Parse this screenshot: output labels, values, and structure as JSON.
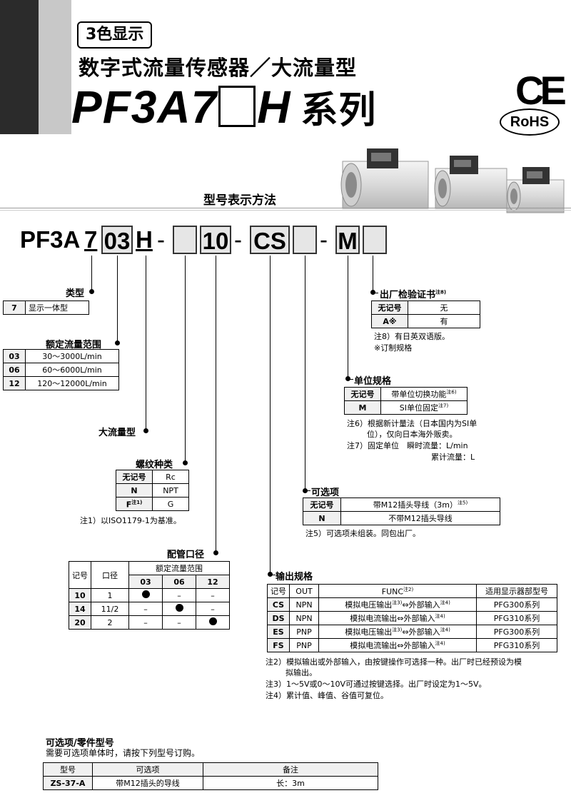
{
  "header": {
    "badge": "3色显示",
    "subtitle": "数字式流量传感器／大流量型",
    "series_prefix": "PF3A7",
    "series_suffix": "H",
    "series_word": "系列",
    "ce": "CE",
    "rohs": "RoHS"
  },
  "section_title": "型号表示方法",
  "model_code": {
    "prefix": "PF3A",
    "seven": "7",
    "range_box": "03",
    "h": "H",
    "dash1": "-",
    "thread_box": "",
    "port_box": "10",
    "dash2": "-",
    "output_box": "CS",
    "option_box": "",
    "dash3": "-",
    "unit_box": "M",
    "cert_box": ""
  },
  "type": {
    "title": "类型",
    "rows": [
      {
        "code": "7",
        "desc": "显示一体型"
      }
    ]
  },
  "flow_range": {
    "title": "额定流量范围",
    "rows": [
      {
        "code": "03",
        "desc": "30～3000L/min"
      },
      {
        "code": "06",
        "desc": "60～6000L/min"
      },
      {
        "code": "12",
        "desc": "120～12000L/min"
      }
    ]
  },
  "large_flow": {
    "title": "大流量型"
  },
  "thread": {
    "title": "螺纹种类",
    "rows": [
      {
        "code": "无记号",
        "desc": "Rc"
      },
      {
        "code": "N",
        "desc": "NPT"
      },
      {
        "code": "F",
        "sup": "注1)",
        "desc": "G"
      }
    ],
    "note": "注1）以ISO1179-1为基准。"
  },
  "port": {
    "title": "配管口径",
    "header": {
      "mark": "记号",
      "size": "口径",
      "range": "额定流量范围",
      "cols": [
        "03",
        "06",
        "12"
      ]
    },
    "rows": [
      {
        "code": "10",
        "size": "1",
        "c": [
          "●",
          "–",
          "–"
        ]
      },
      {
        "code": "14",
        "size": "11/2",
        "c": [
          "–",
          "●",
          "–"
        ]
      },
      {
        "code": "20",
        "size": "2",
        "c": [
          "–",
          "–",
          "●"
        ]
      }
    ]
  },
  "certificate": {
    "title": "出厂检验证书",
    "title_sup": "注8)",
    "rows": [
      {
        "code": "无记号",
        "desc": "无"
      },
      {
        "code": "A※",
        "desc": "有"
      }
    ],
    "notes": [
      "注8）有日英双语版。",
      "※订制规格"
    ]
  },
  "unit": {
    "title": "单位规格",
    "rows": [
      {
        "code": "无记号",
        "desc": "带单位切换功能",
        "sup": "注6)"
      },
      {
        "code": "M",
        "desc": "SI单位固定",
        "sup": "注7)"
      }
    ],
    "notes": [
      "注6）根据新计量法（日本国内为SI单",
      "位），仅向日本海外贩卖。",
      "注7）固定单位　瞬时流量：L/min",
      "累计流量：L"
    ]
  },
  "option": {
    "title": "可选项",
    "rows": [
      {
        "code": "无记号",
        "desc": "带M12插头导线（3m）",
        "sup": "注5)"
      },
      {
        "code": "N",
        "desc": "不带M12插头导线"
      }
    ],
    "note": "注5）可选项未组装。同包出厂。"
  },
  "output": {
    "title": "输出规格",
    "header": [
      "记号",
      "OUT",
      "FUNC",
      "适用显示器部型号"
    ],
    "header_sup": "注2)",
    "rows": [
      {
        "code": "CS",
        "out": "NPN",
        "func_a": "模拟电压输出",
        "func_b": "⇔外部输入",
        "model": "PFG300系列"
      },
      {
        "code": "DS",
        "out": "NPN",
        "func_a": "模拟电流输出",
        "func_b": "⇔外部输入",
        "model": "PFG310系列"
      },
      {
        "code": "ES",
        "out": "PNP",
        "func_a": "模拟电压输出",
        "func_b": "⇔外部输入",
        "model": "PFG300系列"
      },
      {
        "code": "FS",
        "out": "PNP",
        "func_a": "模拟电流输出",
        "func_b": "⇔外部输入",
        "model": "PFG310系列"
      }
    ],
    "sup3": "注3)",
    "sup4": "注4)",
    "notes": [
      "注2）模拟输出或外部输入，由按键操作可选择一种。出厂时已经预设为模",
      "拟输出。",
      "注3）1～5V或0～10V可通过按键选择。出厂时设定为1～5V。",
      "注4）累计值、峰值、谷值可复位。"
    ]
  },
  "parts": {
    "title": "可选项/零件型号",
    "subtitle": "需要可选项单体时，请按下列型号订购。",
    "header": [
      "型号",
      "可选项",
      "备注"
    ],
    "rows": [
      {
        "model": "ZS-37-A",
        "option": "带M12插头的导线",
        "remark": "长：3m"
      }
    ]
  }
}
